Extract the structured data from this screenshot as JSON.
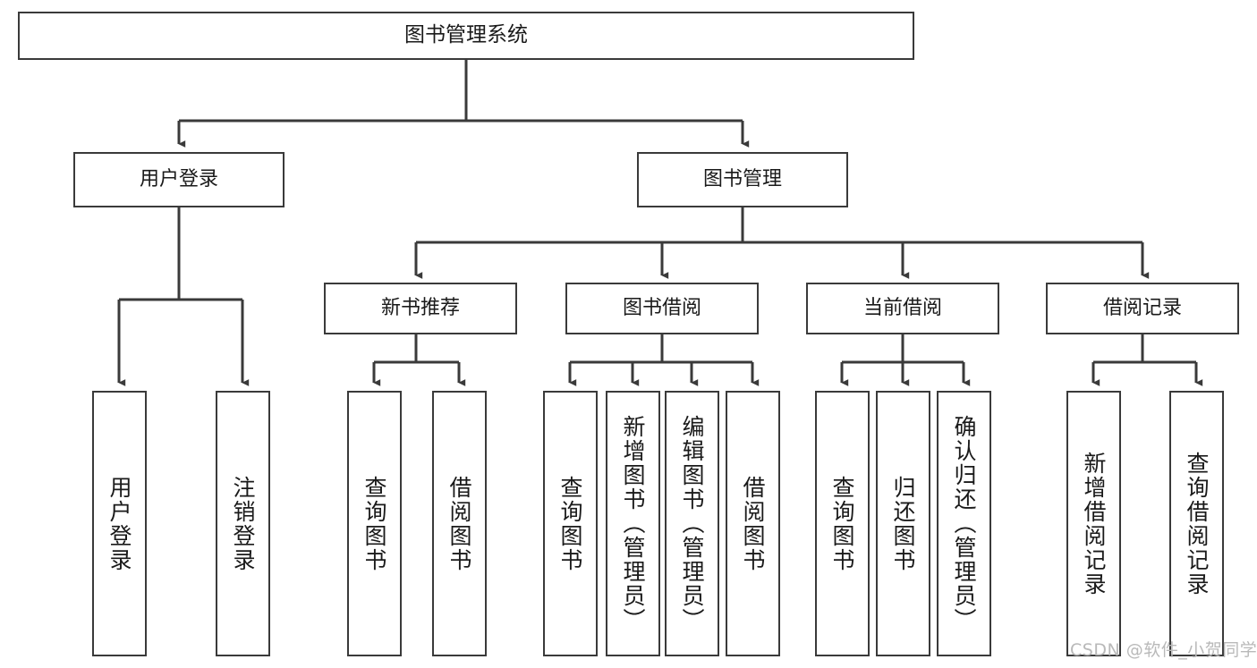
{
  "diagram": {
    "type": "tree-hierarchy",
    "title": "图书管理系统",
    "root": {
      "id": "root",
      "label": "图书管理系统"
    },
    "level1": [
      {
        "id": "user-login",
        "label": "用户登录"
      },
      {
        "id": "book-manage",
        "label": "图书管理"
      }
    ],
    "level2": [
      {
        "id": "new-book-recommend",
        "label": "新书推荐",
        "parent": "book-manage"
      },
      {
        "id": "book-borrow",
        "label": "图书借阅",
        "parent": "book-manage"
      },
      {
        "id": "current-borrow",
        "label": "当前借阅",
        "parent": "book-manage"
      },
      {
        "id": "borrow-record",
        "label": "借阅记录",
        "parent": "book-manage"
      }
    ],
    "leaves": [
      {
        "id": "leaf-user-login",
        "label": "用户登录",
        "parent": "user-login"
      },
      {
        "id": "leaf-user-logout",
        "label": "注销登录",
        "parent": "user-login"
      },
      {
        "id": "leaf-query-book-1",
        "label": "查询图书",
        "parent": "new-book-recommend"
      },
      {
        "id": "leaf-borrow-book-1",
        "label": "借阅图书",
        "parent": "new-book-recommend"
      },
      {
        "id": "leaf-query-book-2",
        "label": "查询图书",
        "parent": "book-borrow"
      },
      {
        "id": "leaf-add-book",
        "label": "新增图书（管理员）",
        "parent": "book-borrow"
      },
      {
        "id": "leaf-edit-book",
        "label": "编辑图书（管理员）",
        "parent": "book-borrow"
      },
      {
        "id": "leaf-borrow-book-2",
        "label": "借阅图书",
        "parent": "book-borrow"
      },
      {
        "id": "leaf-query-book-3",
        "label": "查询图书",
        "parent": "current-borrow"
      },
      {
        "id": "leaf-return-book",
        "label": "归还图书",
        "parent": "current-borrow"
      },
      {
        "id": "leaf-confirm-return",
        "label": "确认归还（管理员）",
        "parent": "current-borrow"
      },
      {
        "id": "leaf-add-record",
        "label": "新增借阅记录",
        "parent": "borrow-record"
      },
      {
        "id": "leaf-query-record",
        "label": "查询借阅记录",
        "parent": "borrow-record"
      }
    ]
  },
  "watermark": {
    "text": "CSDN @软件_小贺同学"
  },
  "colors": {
    "stroke": "#3a3a3a",
    "text": "#1a1a1a",
    "background": "#ffffff",
    "watermark": "#b9b9b9"
  }
}
